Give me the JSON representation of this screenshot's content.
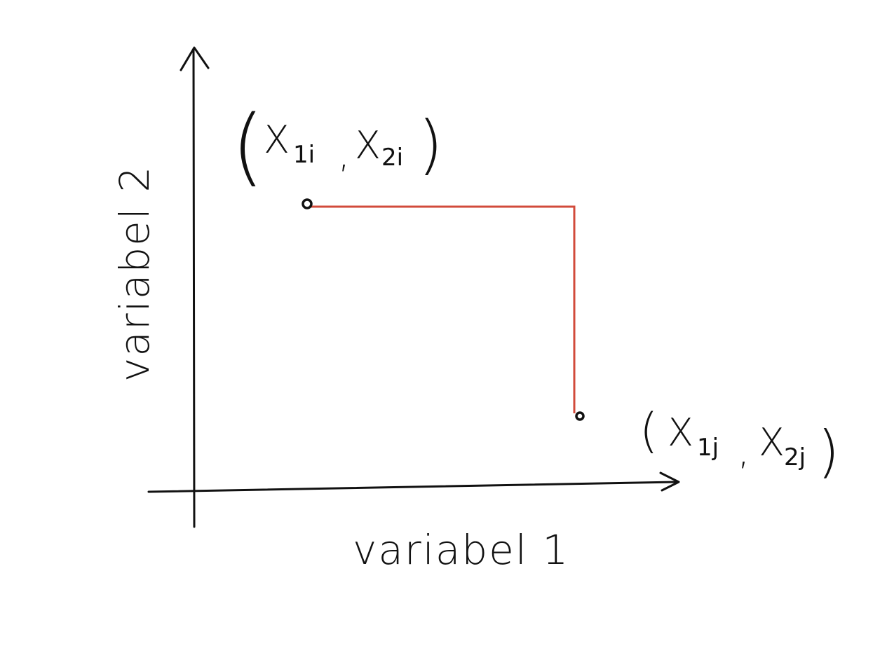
{
  "axes": {
    "x_label": "variabel 1",
    "y_label": "variabel 2"
  },
  "points": [
    {
      "id": "i",
      "label_open": "(",
      "label_var1": "X",
      "label_sub1": "1i",
      "label_sep": ",",
      "label_var2": "X",
      "label_sub2": "2i",
      "label_close": ")"
    },
    {
      "id": "j",
      "label_open": "(",
      "label_var1": "X",
      "label_sub1": "1j",
      "label_sep": ",",
      "label_var2": "X",
      "label_sub2": "2j",
      "label_close": ")"
    }
  ],
  "colors": {
    "ink": "#111111",
    "distance_path": "#d24b3b",
    "background": "#ffffff"
  }
}
